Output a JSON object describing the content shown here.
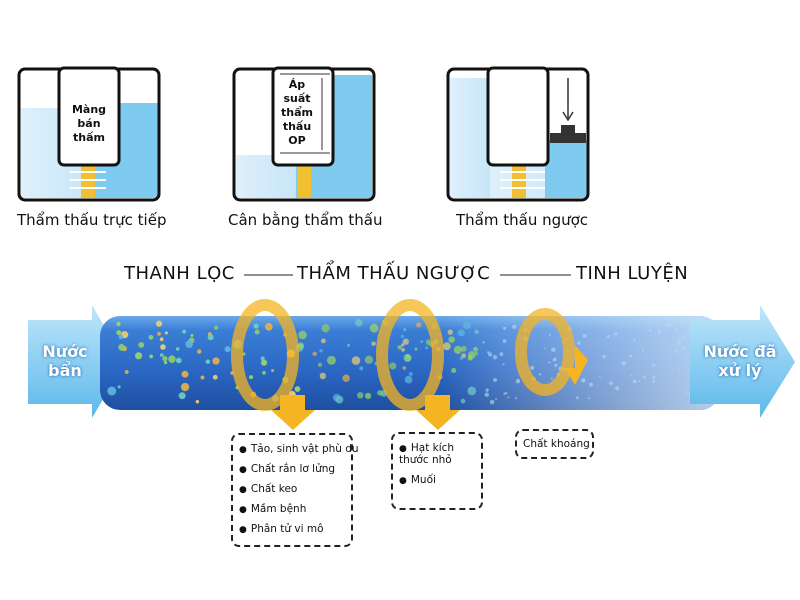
{
  "panels": [
    {
      "caption": "Thẩm thấu trực tiếp",
      "membrane_label": [
        "Màng",
        "bán",
        "thấm"
      ]
    },
    {
      "caption": "Cân bằng thẩm thấu",
      "pressure_label": [
        "Áp",
        "suất",
        "thẩm",
        "thấu",
        "OP"
      ]
    },
    {
      "caption": "Thẩm thấu ngược"
    }
  ],
  "stages": [
    "THANH LỌC",
    "THẨM THẤU NGƯỢC",
    "TINH LUYỆN"
  ],
  "inlet": [
    "Nước",
    "bẩn"
  ],
  "outlet": [
    "Nước đã",
    "xử lý"
  ],
  "removed": [
    {
      "items": [
        "Tảo, sinh vật phù du",
        "Chất rắn lơ lửng",
        "Chất keo",
        "Mầm bệnh",
        "Phân tử vi mô"
      ]
    },
    {
      "items": [
        "Hạt kích thước nhỏ",
        "Muối"
      ]
    },
    {
      "items": [
        "Chất khoáng"
      ]
    }
  ],
  "colors": {
    "water_light": "#d6ecfa",
    "water": "#7fcbf0",
    "membrane": "#f0c030",
    "pipe": "#2f6fc8",
    "arrow": "#f5b422"
  }
}
